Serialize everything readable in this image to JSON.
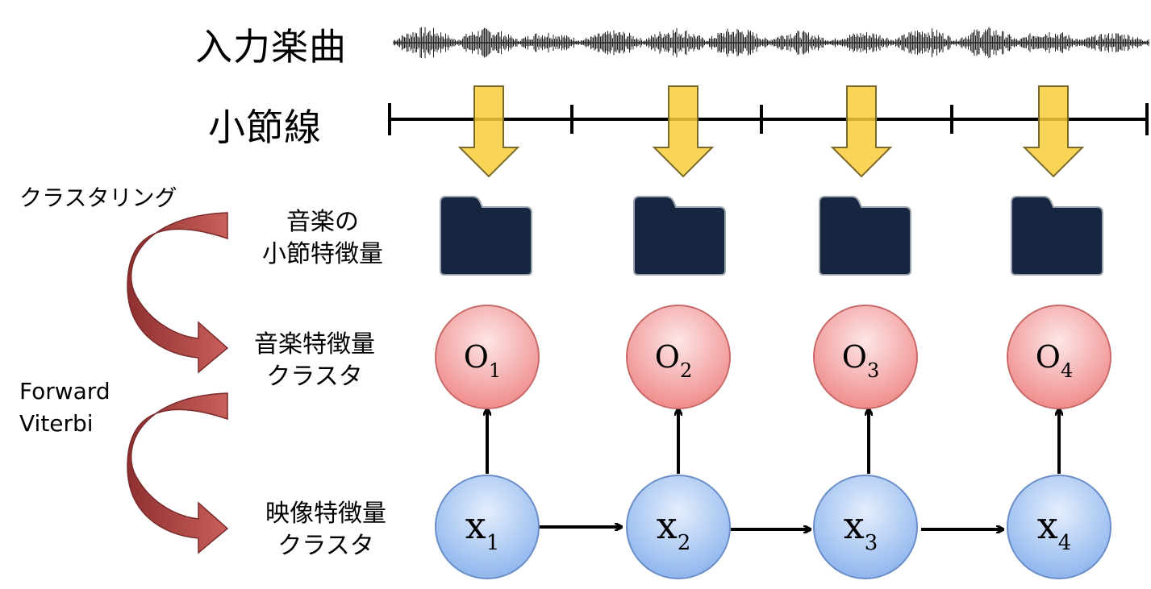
{
  "labels": {
    "input_music": "入力楽曲",
    "bar_lines": "小節線",
    "clustering": "クラスタリング",
    "music_bar_features_line1": "音楽の",
    "music_bar_features_line2": "小節特徴量",
    "music_feature_cluster_line1": "音楽特徴量",
    "music_feature_cluster_line2": "クラスタ",
    "forward_viterbi_line1": "Forward",
    "forward_viterbi_line2": "Viterbi",
    "video_feature_cluster_line1": "映像特徴量",
    "video_feature_cluster_line2": "クラスタ"
  },
  "observations": [
    {
      "symbol": "O",
      "index": "1"
    },
    {
      "symbol": "O",
      "index": "2"
    },
    {
      "symbol": "O",
      "index": "3"
    },
    {
      "symbol": "O",
      "index": "4"
    }
  ],
  "hidden_states": [
    {
      "symbol": "x",
      "index": "1"
    },
    {
      "symbol": "x",
      "index": "2"
    },
    {
      "symbol": "x",
      "index": "3"
    },
    {
      "symbol": "x",
      "index": "4"
    }
  ],
  "colors": {
    "observation_fill": "#f4a0a0",
    "hidden_fill": "#a9c8f5",
    "arrow_yellow": "#f9cc3a",
    "folder_navy": "#162640",
    "curved_arrow_red": "#b84a48"
  }
}
